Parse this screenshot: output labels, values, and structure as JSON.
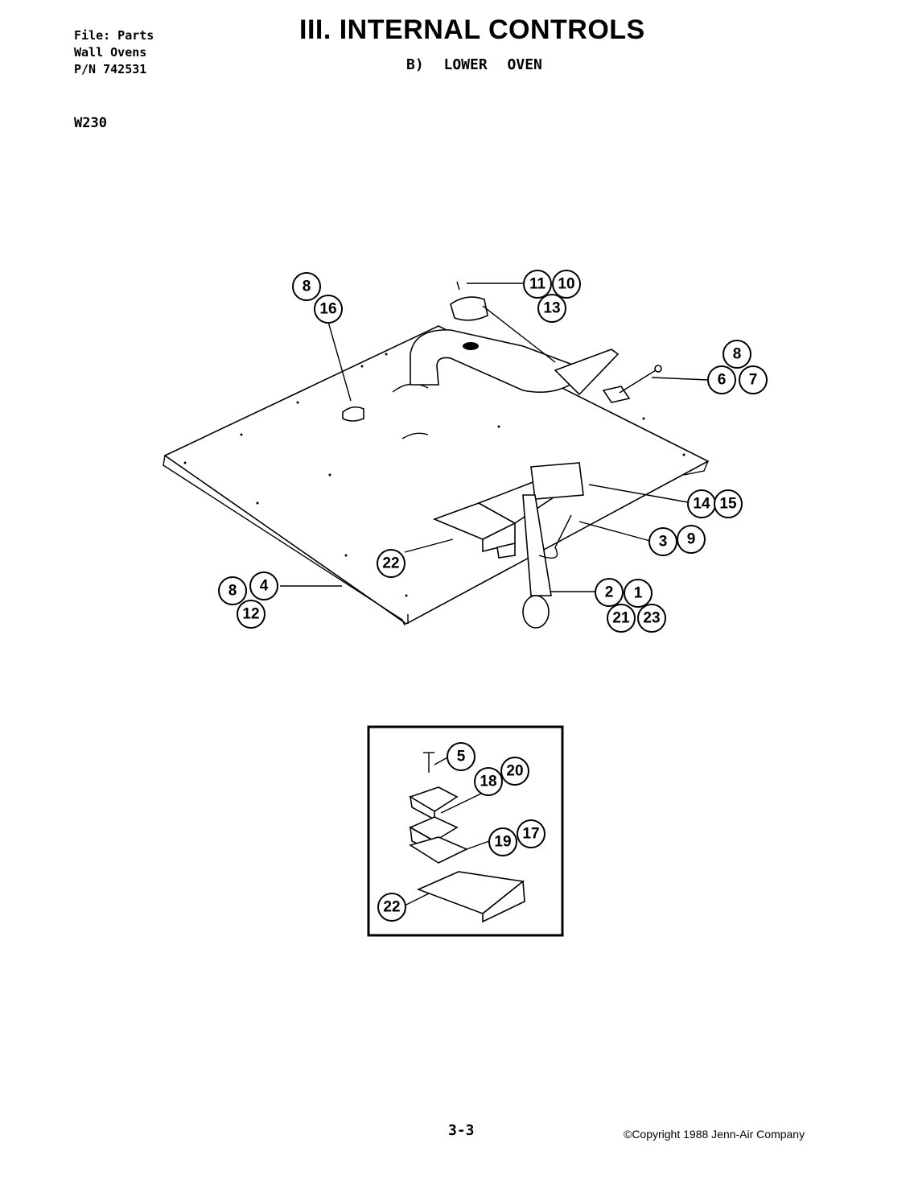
{
  "header": {
    "file_lines": [
      "File: Parts",
      "Wall Ovens",
      "P/N 742531"
    ],
    "model": "W230",
    "title": "III. INTERNAL CONTROLS",
    "subtitle": "B)  LOWER OVEN"
  },
  "footer": {
    "page_number": "3-3",
    "copyright": "©Copyright 1988 Jenn-Air Company"
  },
  "callouts": {
    "c8a": "8",
    "c16": "16",
    "c11": "11",
    "c10": "10",
    "c13": "13",
    "c8b": "8",
    "c6": "6",
    "c7": "7",
    "c14": "14",
    "c15": "15",
    "c3": "3",
    "c9": "9",
    "c22a": "22",
    "c8c": "8",
    "c4": "4",
    "c12": "12",
    "c2": "2",
    "c1": "1",
    "c21": "21",
    "c23": "23",
    "c5": "5",
    "c20": "20",
    "c18": "18",
    "c19": "19",
    "c17": "17",
    "c22b": "22"
  }
}
